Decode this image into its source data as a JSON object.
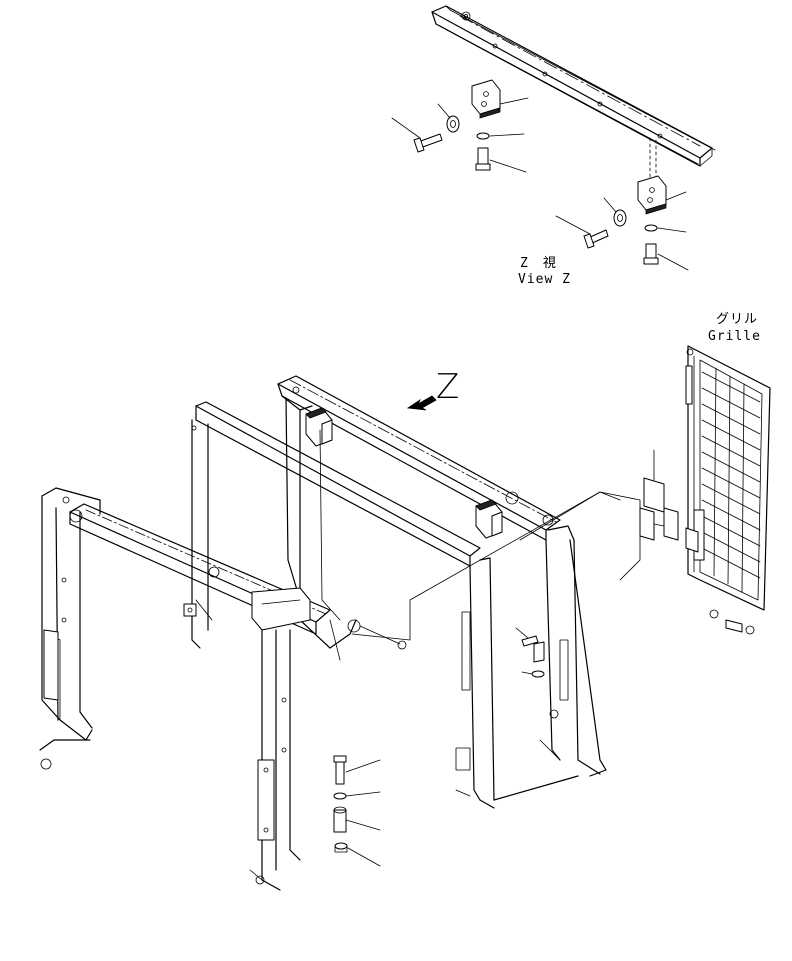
{
  "view_label": {
    "jp": "Z　視",
    "en": "View Z"
  },
  "arrow_label": "Z",
  "grille_label": {
    "jp": "グリル",
    "en": "Grille"
  },
  "footer_code": "",
  "colors": {
    "line": "#000000",
    "background": "#ffffff"
  }
}
